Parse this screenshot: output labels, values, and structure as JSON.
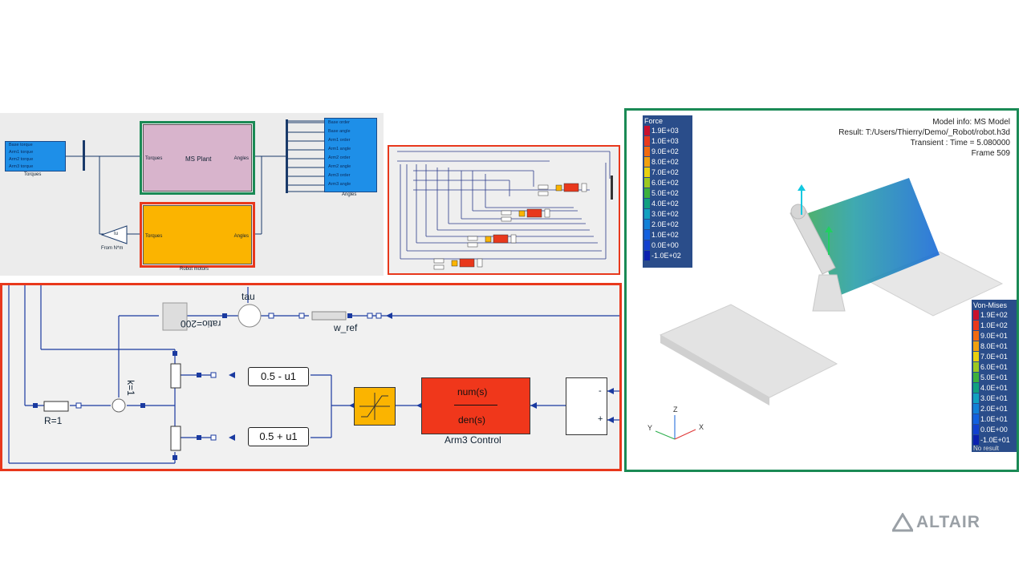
{
  "top_model": {
    "torques_ports": [
      "Base torque",
      "Arm1 torque",
      "Arm2 torque",
      "Arm3 torque"
    ],
    "torques_label": "Torques",
    "plant_in": "Torques",
    "plant_title": "MS Plant",
    "plant_out": "Angles",
    "motors_in": "Torques",
    "motors_out": "Angles",
    "motors_label": "Robot motors",
    "gain_symbol": "Iu",
    "gain_label": "From N*m",
    "angles_ports": [
      "Base order",
      "Base angle",
      "Arm1 order",
      "Arm1 angle",
      "Arm2 order",
      "Arm2 angle",
      "Arm3 order",
      "Arm3 angle"
    ],
    "angles_label": "Angles"
  },
  "bottom_model": {
    "tau_label": "tau",
    "ratio_label": "ratio=200",
    "wref_label": "w_ref",
    "k_label": "k=1",
    "r_label": "R=1",
    "gain1": "0.5 - u1",
    "gain2": "0.5 + u1",
    "tf_num": "num(s)",
    "tf_den": "den(s)",
    "tf_label": "Arm3 Control",
    "sum_minus": "-",
    "sum_plus": "+"
  },
  "fem_view": {
    "info_lines": [
      "Model info: MS Model",
      "Result: T:/Users/Thierry/Demo/_Robot/robot.h3d",
      "Transient : Time = 5.080000",
      "Frame 509"
    ],
    "force_title": "Force",
    "force_levels": [
      {
        "label": "1.9E+03",
        "color": "#c8102e"
      },
      {
        "label": "1.0E+03",
        "color": "#e8381c"
      },
      {
        "label": "9.0E+02",
        "color": "#f06a10"
      },
      {
        "label": "8.0E+02",
        "color": "#f0a010"
      },
      {
        "label": "7.0E+02",
        "color": "#e8d010"
      },
      {
        "label": "6.0E+02",
        "color": "#9cc820"
      },
      {
        "label": "5.0E+02",
        "color": "#3cb03c"
      },
      {
        "label": "4.0E+02",
        "color": "#10a080"
      },
      {
        "label": "3.0E+02",
        "color": "#10a0c0"
      },
      {
        "label": "2.0E+02",
        "color": "#1080d8"
      },
      {
        "label": "1.0E+02",
        "color": "#1060e0"
      },
      {
        "label": "0.0E+00",
        "color": "#1040d0"
      },
      {
        "label": "-1.0E+02",
        "color": "#0a20b0"
      }
    ],
    "vm_title": "Von-Mises",
    "vm_levels": [
      {
        "label": "1.9E+02",
        "color": "#c8102e"
      },
      {
        "label": "1.0E+02",
        "color": "#e8381c"
      },
      {
        "label": "9.0E+01",
        "color": "#f06a10"
      },
      {
        "label": "8.0E+01",
        "color": "#f0a010"
      },
      {
        "label": "7.0E+01",
        "color": "#e8d010"
      },
      {
        "label": "6.0E+01",
        "color": "#9cc820"
      },
      {
        "label": "5.0E+01",
        "color": "#3cb03c"
      },
      {
        "label": "4.0E+01",
        "color": "#10a080"
      },
      {
        "label": "3.0E+01",
        "color": "#10a0c0"
      },
      {
        "label": "2.0E+01",
        "color": "#1080d8"
      },
      {
        "label": "1.0E+01",
        "color": "#1060e0"
      },
      {
        "label": "0.0E+00",
        "color": "#1040d0"
      },
      {
        "label": "-1.0E+01",
        "color": "#0a20b0"
      }
    ],
    "no_result": "No result",
    "axes": {
      "x": "X",
      "y": "Y",
      "z": "Z"
    }
  },
  "brand": {
    "name": "ALTAIR"
  }
}
